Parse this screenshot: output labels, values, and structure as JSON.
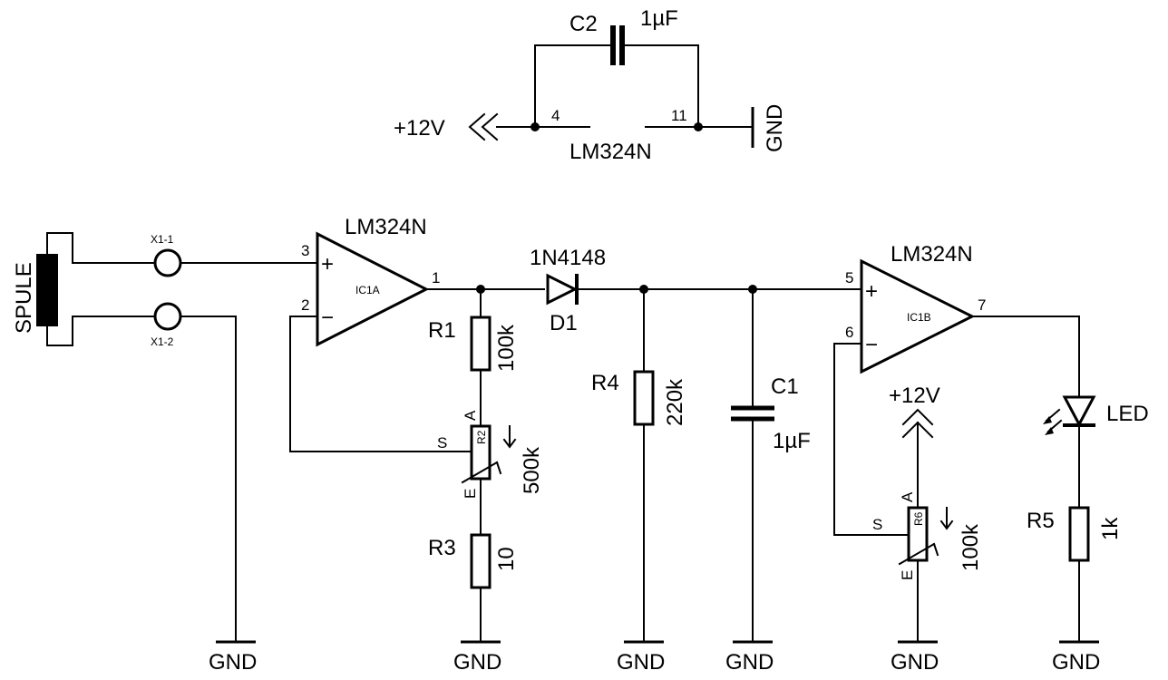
{
  "power": {
    "cap_ref": "C2",
    "cap_val": "1µF",
    "v_label": "+12V",
    "pin_v": "4",
    "pin_gnd": "11",
    "gnd_label": "GND",
    "ic_label": "LM324N"
  },
  "coil": {
    "label": "SPULE",
    "x1": "X1-1",
    "x2": "X1-2"
  },
  "ic1a": {
    "title": "LM324N",
    "name": "IC1A",
    "pin_in_p": "3",
    "pin_in_n": "2",
    "pin_out": "1",
    "plus": "+",
    "minus": "−"
  },
  "ic1b": {
    "title": "LM324N",
    "name": "IC1B",
    "pin_in_p": "5",
    "pin_in_n": "6",
    "pin_out": "7",
    "plus": "+",
    "minus": "−"
  },
  "r1": {
    "ref": "R1",
    "val": "100k"
  },
  "r2": {
    "ref": "R2",
    "val": "500k",
    "a": "A",
    "s": "S",
    "e": "E"
  },
  "r3": {
    "ref": "R3",
    "val": "10"
  },
  "r4": {
    "ref": "R4",
    "val": "220k"
  },
  "r5": {
    "ref": "R5",
    "val": "1k"
  },
  "r6": {
    "ref": "R6",
    "val": "100k",
    "a": "A",
    "s": "S",
    "e": "E"
  },
  "d1": {
    "part": "1N4148",
    "ref": "D1"
  },
  "c1": {
    "ref": "C1",
    "val": "1µF"
  },
  "led": {
    "label": "LED"
  },
  "supply": {
    "label": "+12V"
  },
  "grounds": [
    "GND",
    "GND",
    "GND",
    "GND",
    "GND",
    "GND"
  ]
}
